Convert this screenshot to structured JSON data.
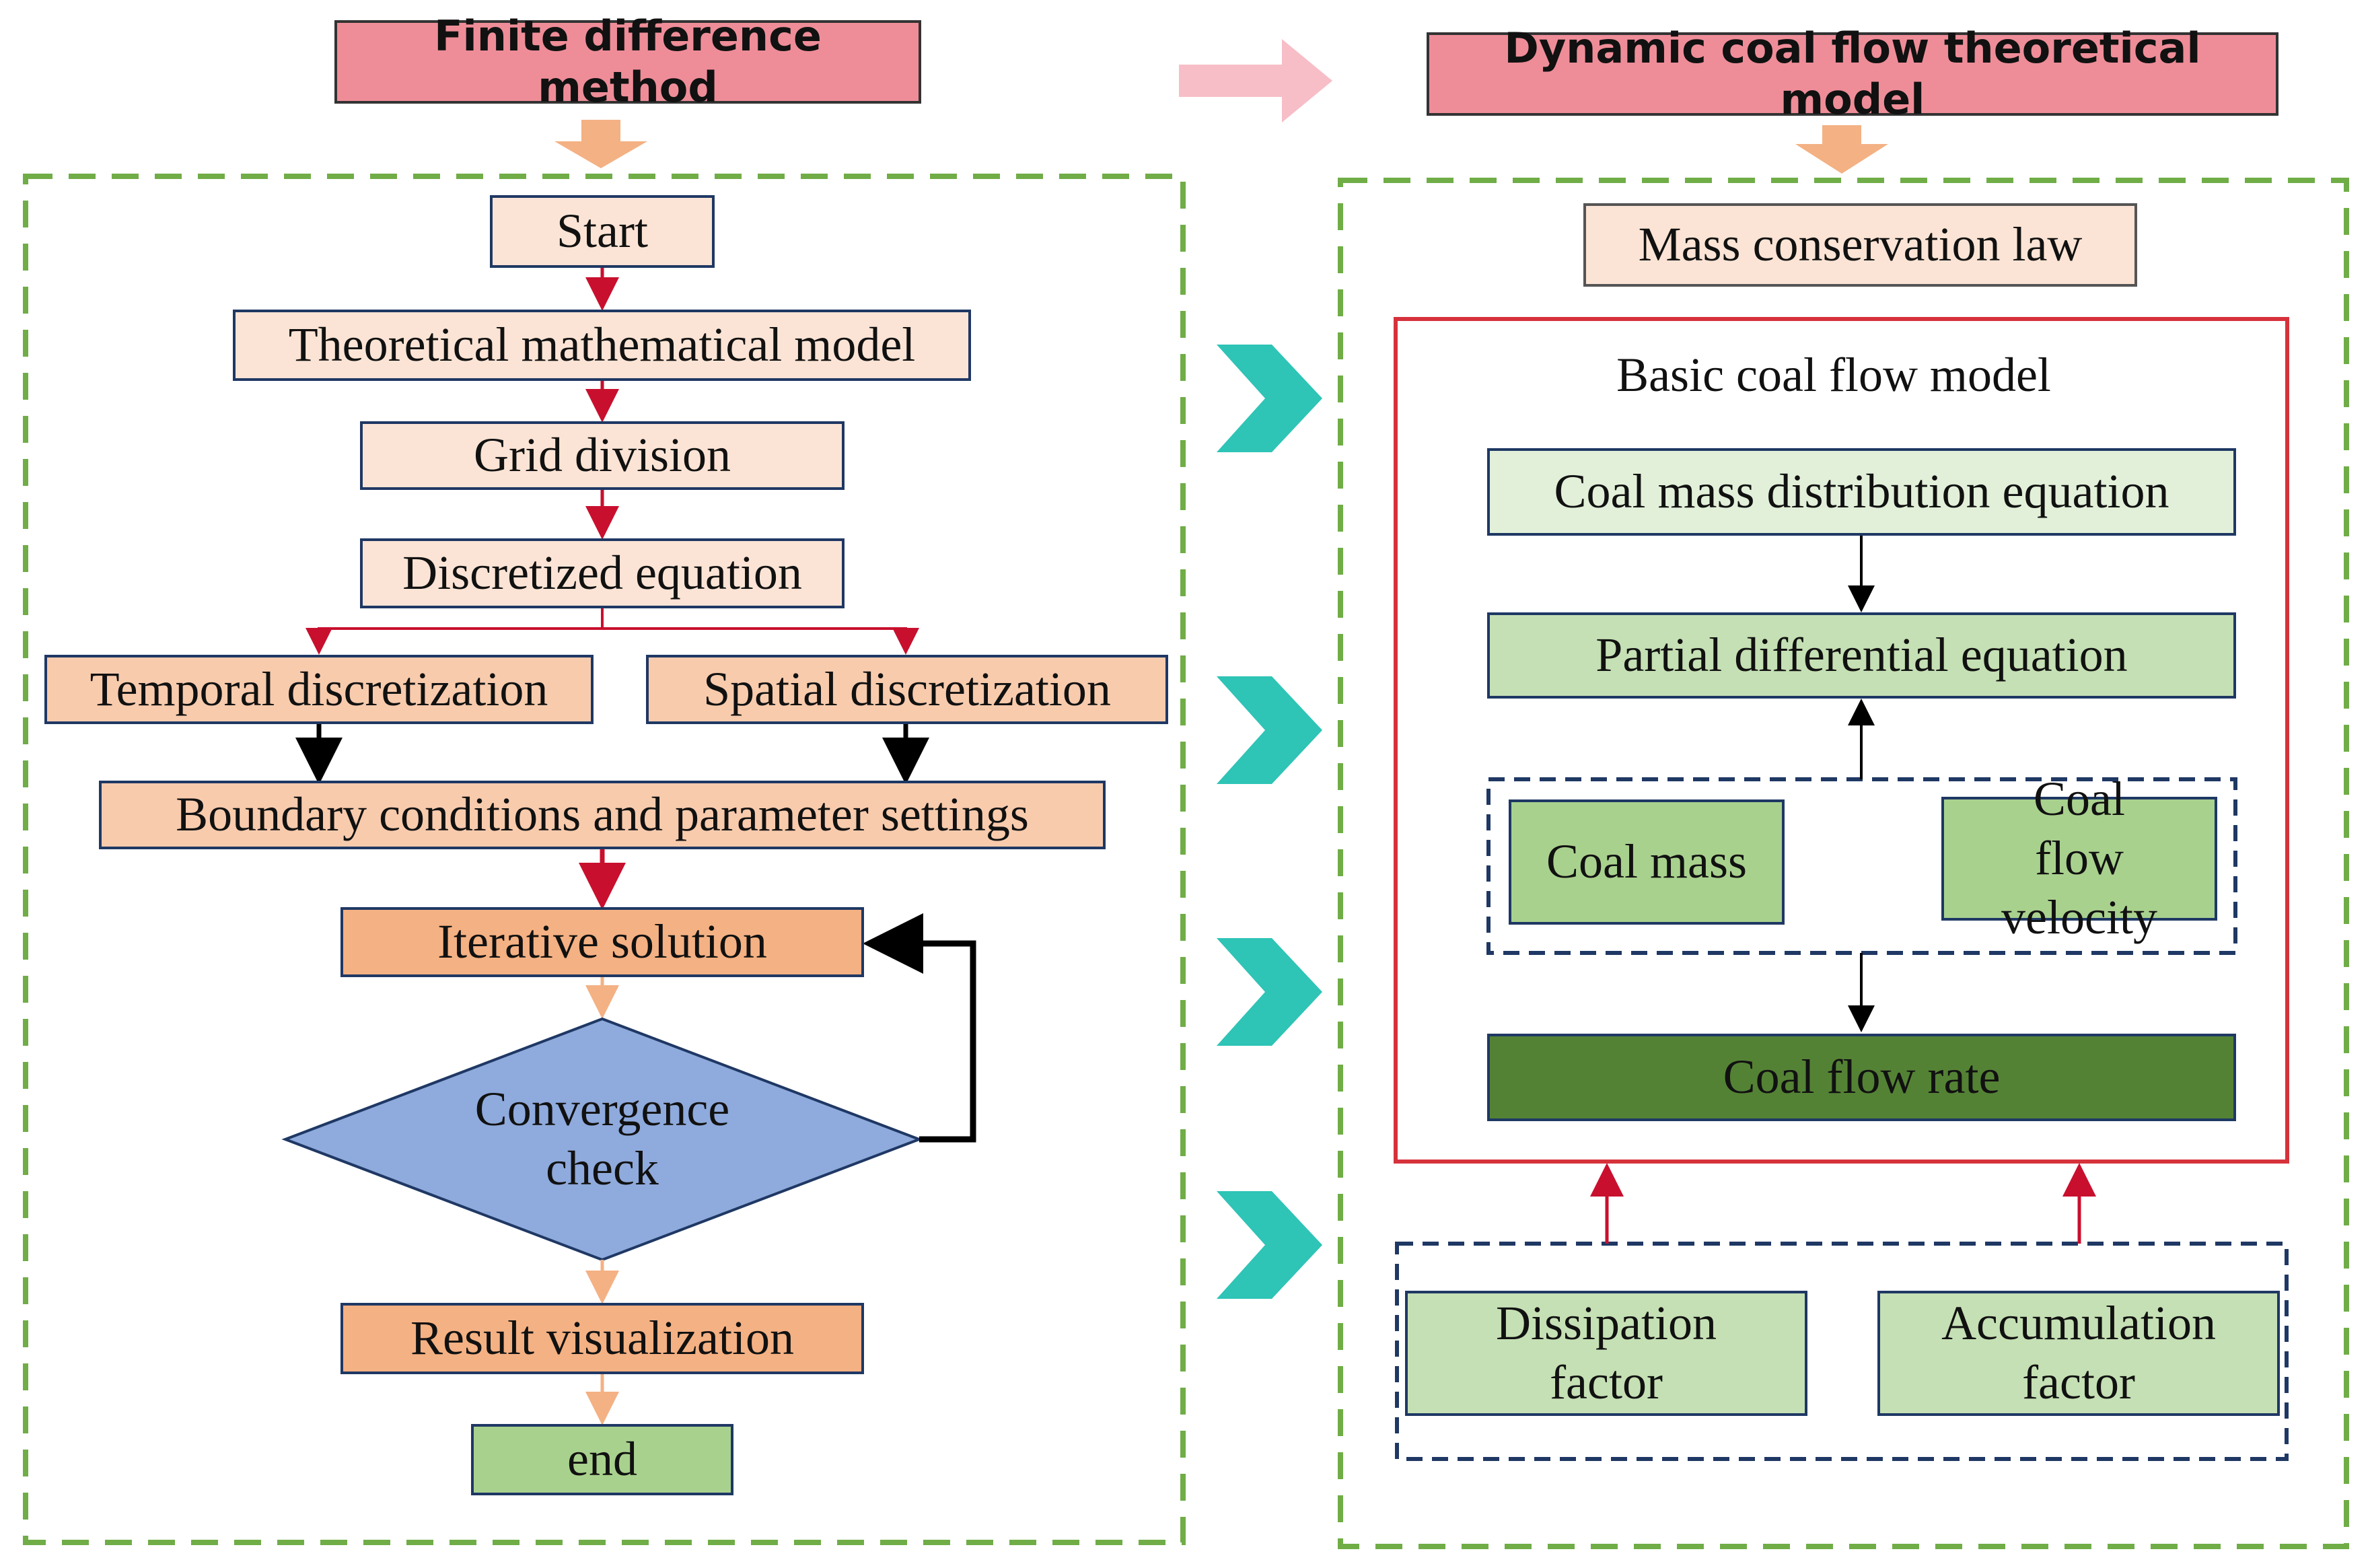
{
  "left_panel": {
    "title": "Finite difference method",
    "steps": {
      "start": "Start",
      "model": "Theoretical mathematical model",
      "grid": "Grid division",
      "discretized": "Discretized equation",
      "temporal": "Temporal discretization",
      "spatial": "Spatial discretization",
      "boundary": "Boundary conditions and parameter settings",
      "iterative": "Iterative solution",
      "convergence": "Convergence check",
      "result": "Result visualization",
      "end": "end"
    }
  },
  "right_panel": {
    "title": "Dynamic coal flow theoretical model",
    "mass_law": "Mass conservation law",
    "basic_model": {
      "title": "Basic coal flow model",
      "mass_distribution": "Coal mass distribution equation",
      "pde": "Partial differential equation",
      "coal_mass": "Coal mass",
      "coal_velocity": "Coal flow velocity",
      "flow_rate": "Coal flow rate"
    },
    "factors": {
      "dissipation": "Dissipation factor",
      "accumulation": "Accumulation factor"
    }
  },
  "colors": {
    "title_fill": "#ee8d98",
    "dashed_frame": "#70ad47",
    "red_frame": "#d6323c",
    "chevron": "#2ec4b6",
    "top_arrow": "#f4b183",
    "pink_arrow": "#f7bec7",
    "flow_red": "#c8102e",
    "box_border": "#1f3864"
  }
}
